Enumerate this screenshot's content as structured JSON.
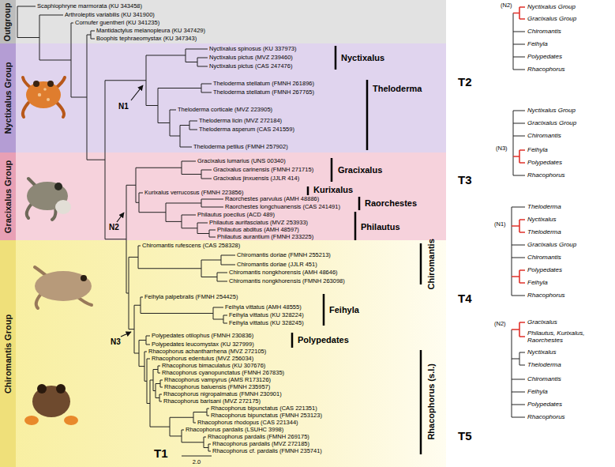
{
  "diagram": {
    "nodes": [
      {
        "text": [
          "Outgroup"
        ]
      },
      {
        "text": [
          "Nyctixalus Group"
        ]
      },
      {
        "text": [
          "Gracixalus Group"
        ]
      },
      {
        "text": [
          "Chiromantis Group"
        ]
      }
    ],
    "labels": [
      "Scaphiophryne marmorata (KU 343458)",
      "Arthroleptis variabilis (KU 341900)",
      "Cornufer guentheri (KU 341235)",
      "Mantidactylus melanopleura (KU 347429)",
      "Boophis tephraeomystax (KU 347343)",
      "Nyctixalus spinosus (KU 337973)",
      "Nyctixalus pictus (MVZ 239460)",
      "Nyctixalus pictus (CAS 247476)",
      "Theloderma stellatum (FMNH 261896)",
      "Theloderma stellatum (FMNH 267765)",
      "Theloderma corticale (MVZ 223905)",
      "Theloderma licin (MVZ 272184)",
      "Theloderma asperum (CAS 241559)",
      "Theloderma petilus (FMNH 257902)",
      "Gracixalus lumarius (UNS 00340)",
      "Gracixalus carinensis (FMNH 271715)",
      "Gracixalus jinxuensis (JJLR 414)",
      "Kurixalus verrucosus (FMNH 223856)",
      "Raorchestes parvulus (AMH 48886)",
      "Raorchestes longchuanensis (CAS 241491)",
      "Philautus poecilus (ACD 489)",
      "Philautus aurifasciatus (MVZ 253933)",
      "Philautus abditus (AMH 48597)",
      "Philautus aurantium (FMNH 233225)",
      "Chiromantis rufescens (CAS 258328)",
      "Chiromantis doriae (FMNH 255213)",
      "Chiromantis doriae (JJLR 451)",
      "Chiromantis nongkhorensis (AMH 48646)",
      "Chiromantis nongkhorensis (FMNH 263098)",
      "Feihyla palpebralis (FMNH 254425)",
      "Feihyla vittatus (AMH 48555)",
      "Feihyla vittatus (KU 328224)",
      "Feihyla vittatus (KU 328245)",
      "Polypedates otilophus (FMNH 230836)",
      "Polypedates leucomystax (KU 327999)",
      "Rhacophorus achantharrhena (MVZ 272105)",
      "Rhacophorus edentulus (MVZ 256034)",
      "Rhacophorus bimaculatus (KU 307676)",
      "Rhacophorus cyanopunctatus (FMNH 267835)",
      "Rhacophorus vampyrus (AMS R173126)",
      "Rhacophorus baluensis (FMNH 235957)",
      "Rhacophorus nigropalmatus (FMNH 230901)",
      "Rhacophorus barisani (MVZ 272175)",
      "Rhacophorus bipunctatus (CAS 221351)",
      "Rhacophorus bipunctatus (FMNH 253123)",
      "Rhacophorus rhodopus (CAS 221344)",
      "Rhacophorus pardalis (LSUHC 3998)",
      "Rhacophorus pardalis (FMNH 269175)",
      "Rhacophorus pardalis (MVZ 272185)",
      "Rhacophorus cf. pardalis (FMNH 235741)",
      "Nyctixalus",
      "Theloderma",
      "Gracixalus",
      "Kurixalus",
      "Raorchestes",
      "Philautus",
      "Chiromantis",
      "Feihyla",
      "Polypedates",
      "Rhacophorus (s.l.)",
      "N1",
      "N2",
      "N3",
      "T1",
      "2.0",
      "Nyctixalus Group",
      "Gracixalus Group",
      "Chiromantis",
      "Feihyla",
      "Polypedates",
      "Rhacophorus",
      "(N2)",
      "T2",
      "Nyctixalus Group",
      "Gracixalus Group",
      "Chiromantis",
      "Feihyla",
      "Polypedates",
      "Rhacophorus",
      "(N3)",
      "T3",
      "Theloderma",
      "Nyctixalus",
      "Theloderma",
      "Gracixalus Group",
      "Chiromantis",
      "Polypedates",
      "Feihyla",
      "Rhacophorus",
      "(N1)",
      "T4",
      "Gracixalus",
      "Philautus, Kurixalus, Raorchestes",
      "Nyctixalus",
      "Theloderma",
      "Chiromantis",
      "Feihyla",
      "Polypedates",
      "Rhacophorus",
      "(N2)",
      "T5"
    ]
  }
}
